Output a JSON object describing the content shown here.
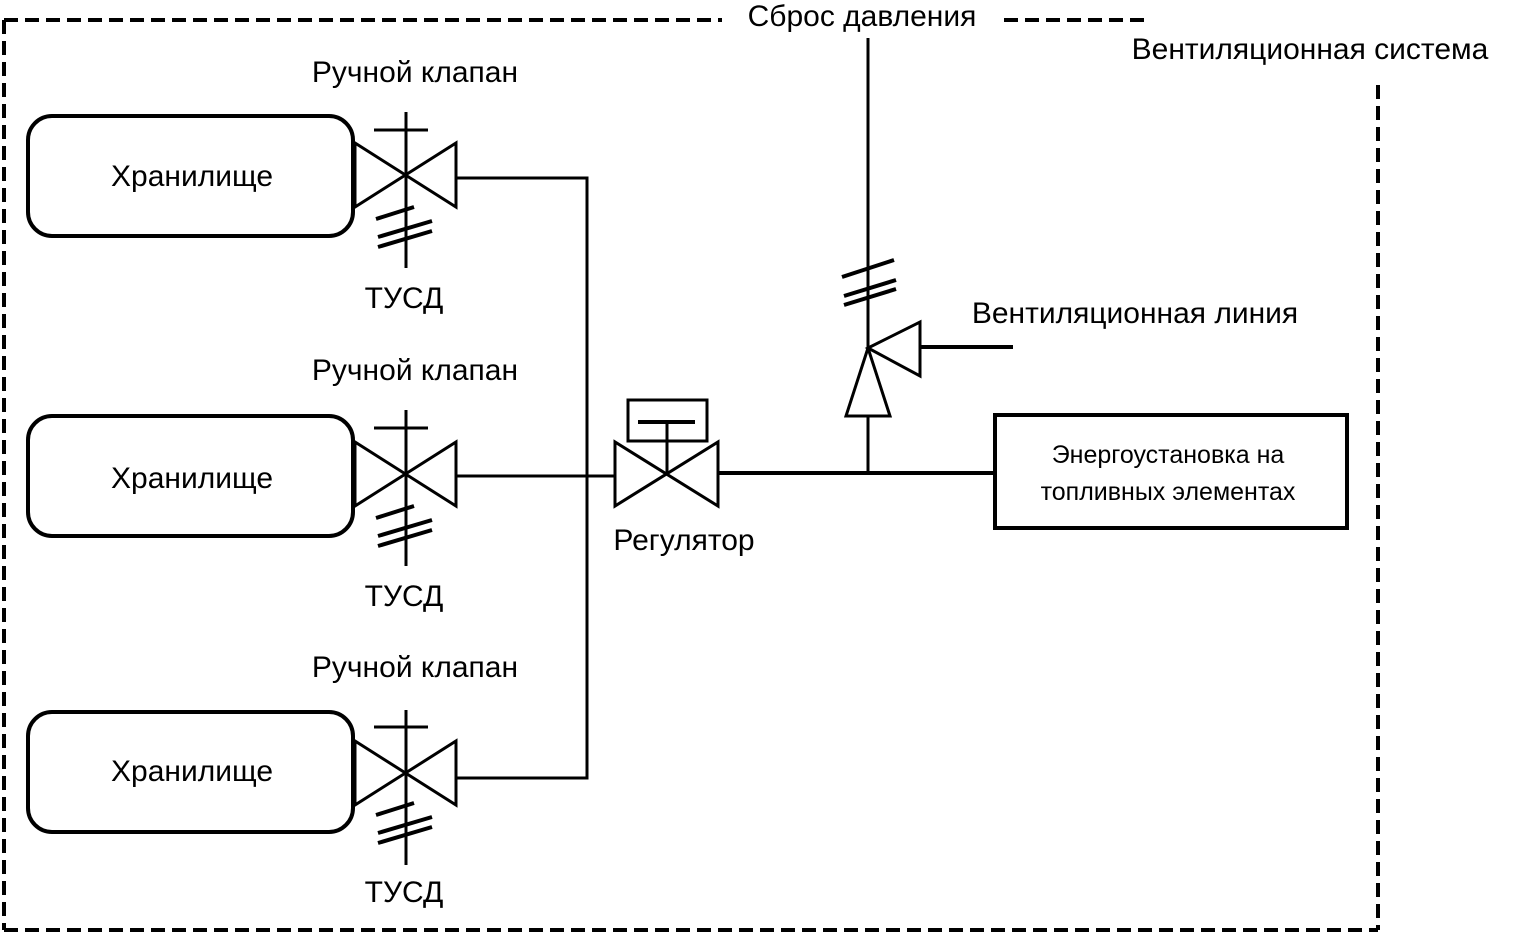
{
  "diagram": {
    "boundary_label": "Вентиляционная система",
    "pressure_relief_label": "Сброс давления",
    "vent_line_label": "Вентиляционная линия",
    "regulator_label": "Регулятор",
    "fuel_cell": {
      "line1": "Энергоустановка на",
      "line2": "топливных элементах"
    },
    "storages": [
      {
        "tank_label": "Хранилище",
        "valve_label": "Ручной клапан",
        "prd_label": "ТУСД"
      },
      {
        "tank_label": "Хранилище",
        "valve_label": "Ручной клапан",
        "prd_label": "ТУСД"
      },
      {
        "tank_label": "Хранилище",
        "valve_label": "Ручной клапан",
        "prd_label": "ТУСД"
      }
    ]
  }
}
